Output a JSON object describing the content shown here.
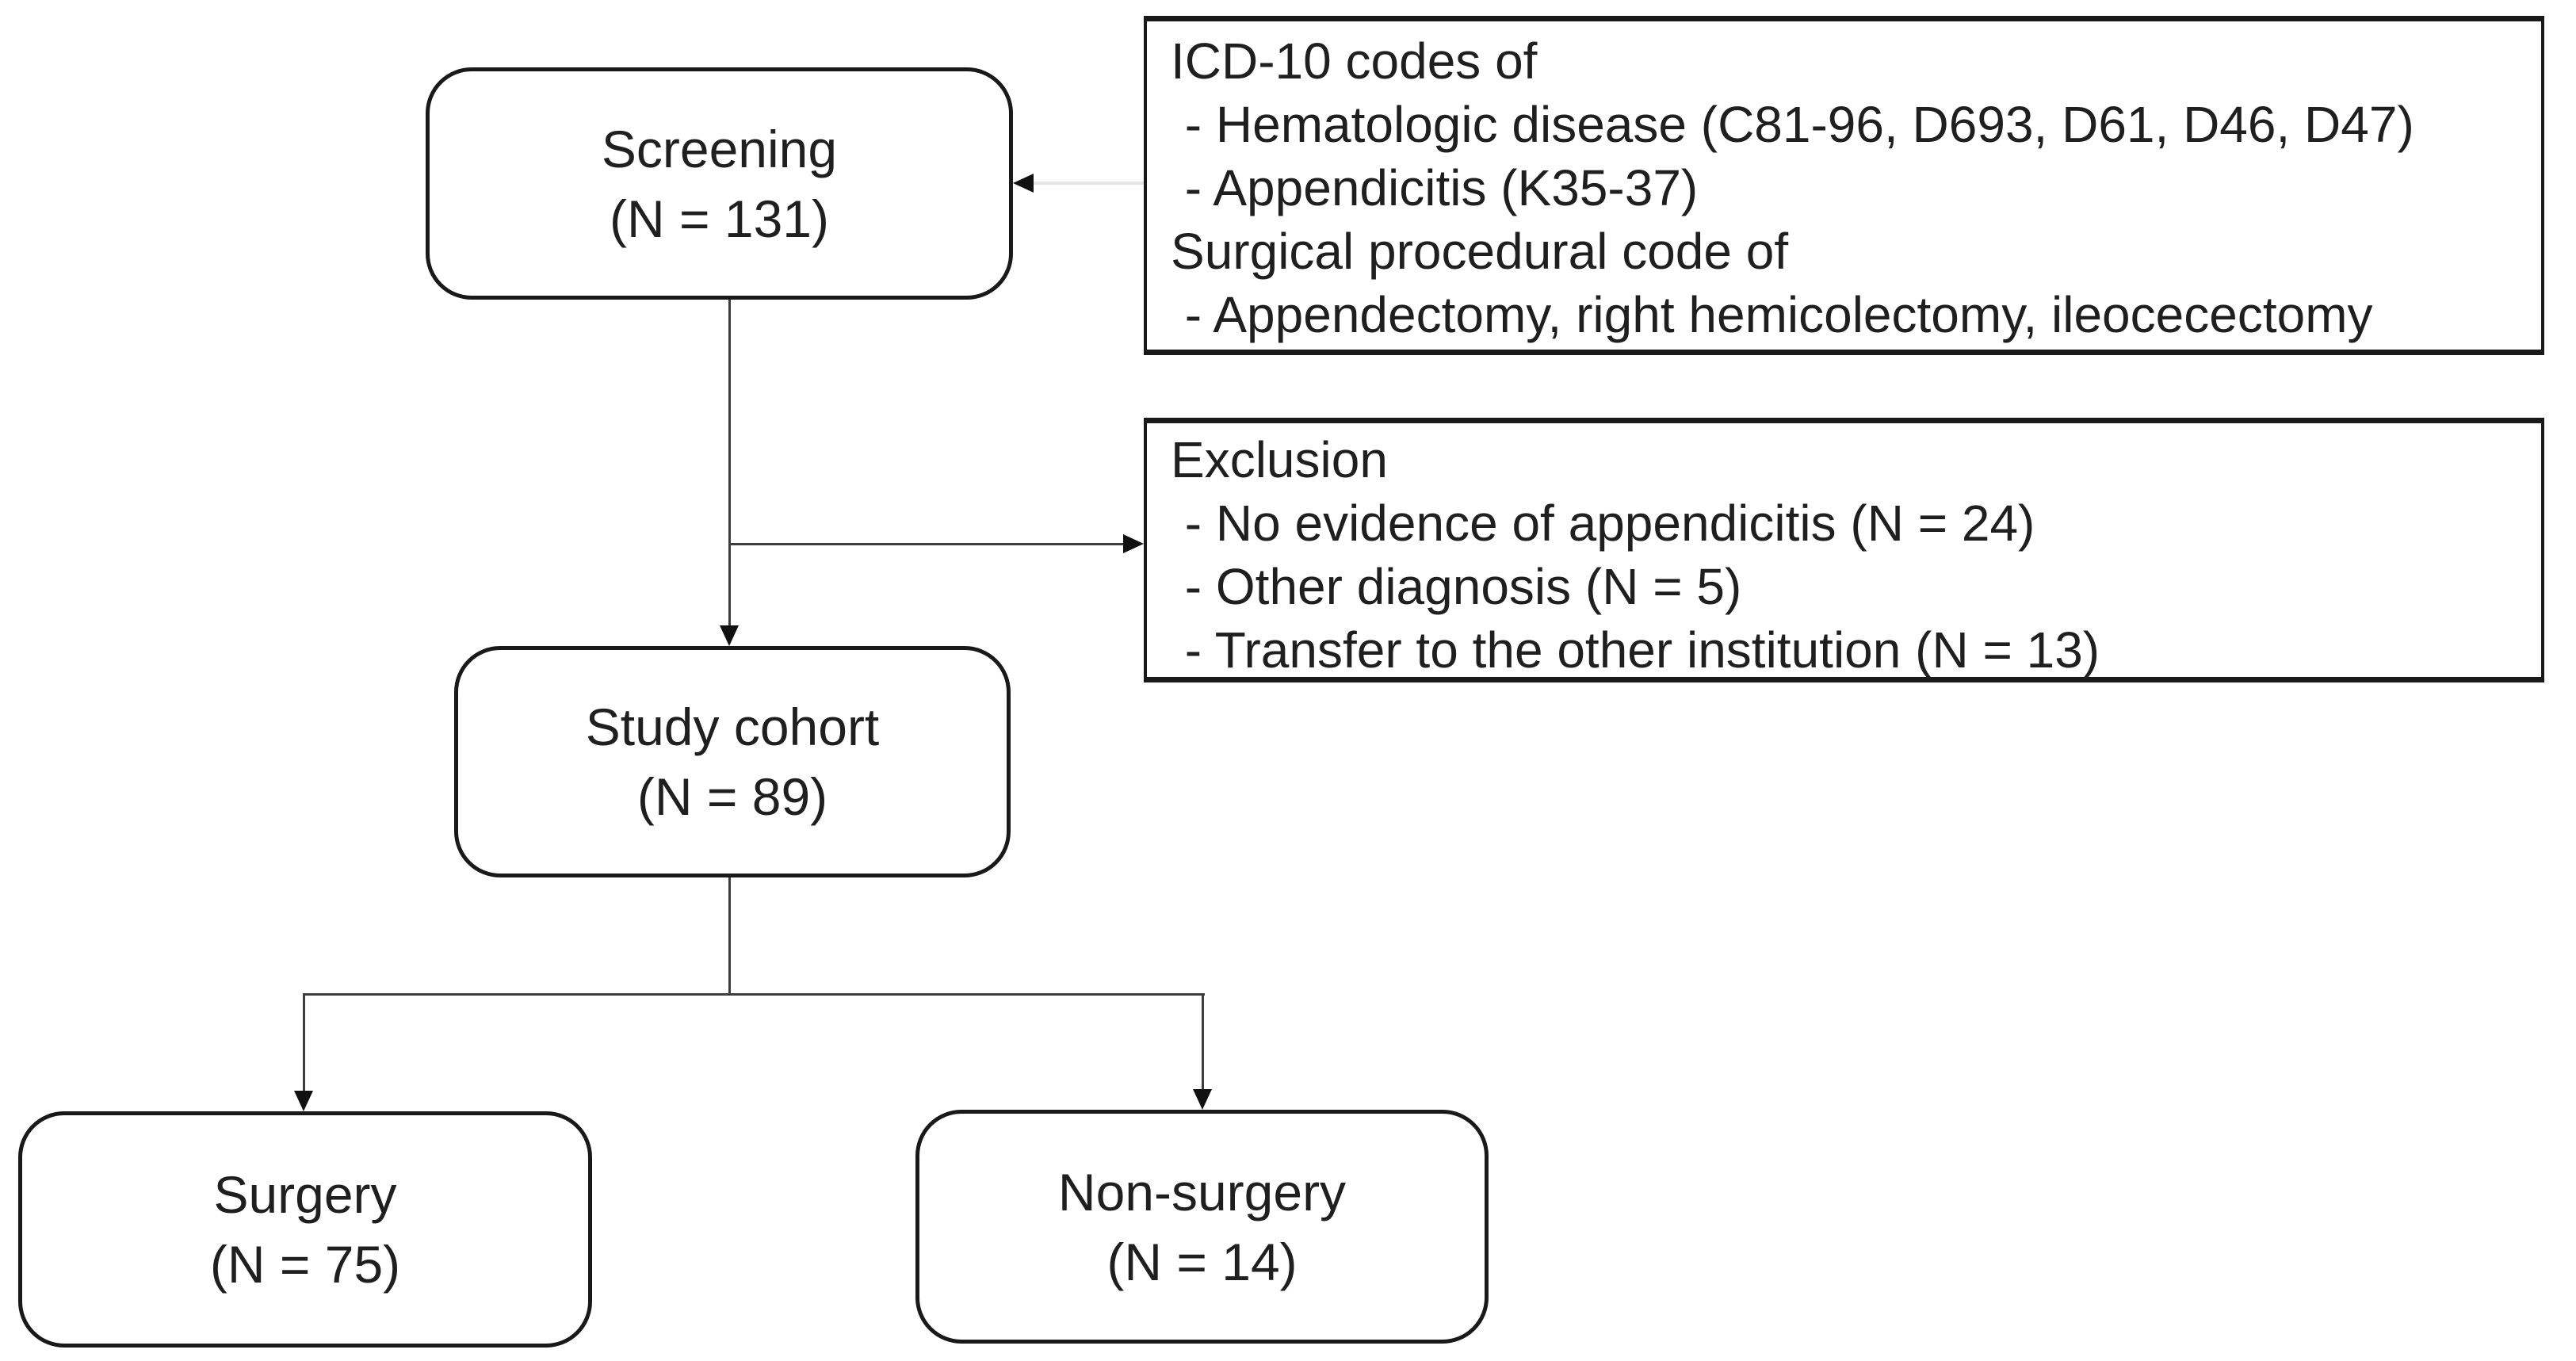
{
  "diagram": {
    "title": "Study cohort flow diagram",
    "nodes": {
      "screening": {
        "label": "Screening",
        "count": "(N = 131)"
      },
      "study_cohort": {
        "label": "Study cohort",
        "count": "(N = 89)"
      },
      "surgery": {
        "label": "Surgery",
        "count": "(N = 75)"
      },
      "non_surgery": {
        "label": "Non-surgery",
        "count": "(N = 14)"
      }
    },
    "annotations": {
      "inclusion": {
        "lines": [
          "ICD-10 codes of",
          " - Hematologic disease (C81-96, D693, D61, D46, D47)",
          " - Appendicitis (K35-37)",
          "Surgical procedural code of",
          " - Appendectomy, right hemicolectomy, ileocecectomy"
        ]
      },
      "exclusion": {
        "lines": [
          "Exclusion",
          " - No evidence of appendicitis (N = 24)",
          " - Other diagnosis (N = 5)",
          " - Transfer to the other institution (N = 13)"
        ]
      }
    },
    "colors": {
      "background": "#ffffff",
      "text": "#1f1f1f",
      "border": "#191919",
      "line": "#3d3d3d",
      "light_line": "#e6e6e6",
      "arrow": "#111111"
    }
  }
}
